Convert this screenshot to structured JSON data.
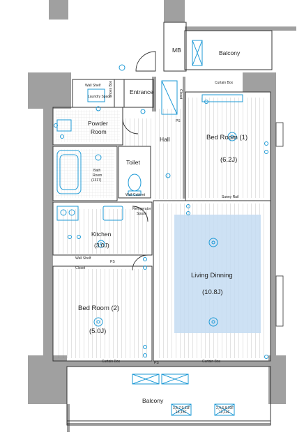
{
  "rooms": {
    "mb": "MB",
    "balcony_top": "Balcony",
    "entrance": "Entrance",
    "shoe_box": "Shoes Box",
    "laundry_space": "Laundry Space",
    "wall_shelf_top": "Wall Shelf",
    "closet_top": "Closet",
    "ps_top": "PS",
    "curtain_box_top": "Curtain Box",
    "powder_room_1": "Powder",
    "powder_room_2": "Room",
    "hall": "Hall",
    "bedroom1_name": "Bed Room (1)",
    "bedroom1_size": "(6.2J)",
    "bath_room_1": "Bath",
    "bath_room_2": "Room",
    "bath_room_3": "(1317)",
    "toilet": "Toilet",
    "wall_cabinet": "Wall Cabinet",
    "refrigerator_1": "Refrigerator",
    "refrigerator_2": "Space",
    "sunny_rail": "Sunny Rail",
    "kitchen_name": "Kitchen",
    "kitchen_size": "(3.0J)",
    "wall_shelf_mid": "Wall Shelf",
    "closet_mid": "Closet",
    "ps_mid": "PS",
    "living_name": "Living Dinning",
    "living_size": "(10.8J)",
    "bedroom2_name": "Bed Room (2)",
    "bedroom2_size": "(5.0J)",
    "curtain_box_left": "Curtain Box",
    "ps_bottom": "PS",
    "curtain_box_right": "Curtain Box",
    "balcony_bottom": "Balcony",
    "hatch_a_1": "3,5,7,9,11F",
    "hatch_a_2": "13,15F",
    "hatch_b_1": "2,4,6,8,10F",
    "hatch_b_2": "12,14F"
  },
  "colors": {
    "wall": "#a0a0a0",
    "line": "#333333",
    "fixture": "#1e9ad6",
    "living_highlight": "#c4dcf2"
  }
}
